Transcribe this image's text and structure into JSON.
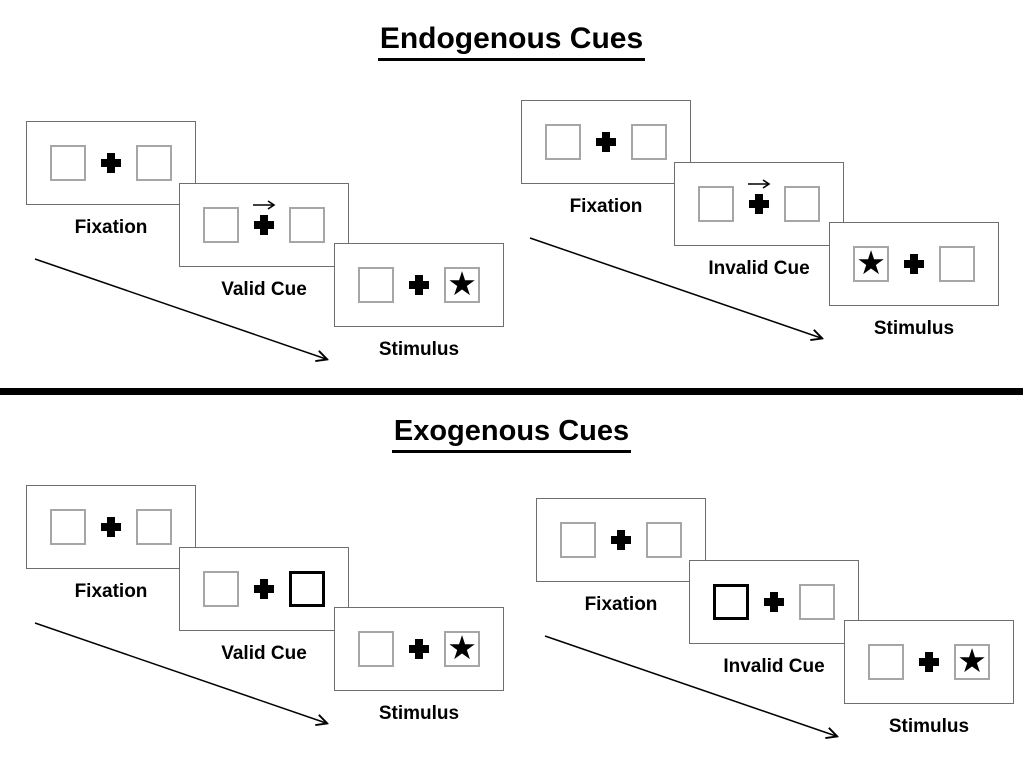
{
  "diagram": {
    "sections": [
      {
        "title": "Endogenous Cues",
        "trials": [
          {
            "name": "endogenous-valid",
            "panels": [
              {
                "label": "Fixation",
                "left_box": "empty",
                "right_box": "empty",
                "cue": "none"
              },
              {
                "label": "Valid Cue",
                "left_box": "empty",
                "right_box": "empty",
                "cue": "arrow-right"
              },
              {
                "label": "Stimulus",
                "left_box": "empty",
                "right_box": "star",
                "cue": "none"
              }
            ]
          },
          {
            "name": "endogenous-invalid",
            "panels": [
              {
                "label": "Fixation",
                "left_box": "empty",
                "right_box": "empty",
                "cue": "none"
              },
              {
                "label": "Invalid Cue",
                "left_box": "empty",
                "right_box": "empty",
                "cue": "arrow-right"
              },
              {
                "label": "Stimulus",
                "left_box": "star",
                "right_box": "empty",
                "cue": "none"
              }
            ]
          }
        ]
      },
      {
        "title": "Exogenous Cues",
        "trials": [
          {
            "name": "exogenous-valid",
            "panels": [
              {
                "label": "Fixation",
                "left_box": "empty",
                "right_box": "empty",
                "cue": "none"
              },
              {
                "label": "Valid Cue",
                "left_box": "empty",
                "right_box": "bold-outline",
                "cue": "none"
              },
              {
                "label": "Stimulus",
                "left_box": "empty",
                "right_box": "star",
                "cue": "none"
              }
            ]
          },
          {
            "name": "exogenous-invalid",
            "panels": [
              {
                "label": "Fixation",
                "left_box": "empty",
                "right_box": "empty",
                "cue": "none"
              },
              {
                "label": "Invalid Cue",
                "left_box": "bold-outline",
                "right_box": "empty",
                "cue": "none"
              },
              {
                "label": "Stimulus",
                "left_box": "empty",
                "right_box": "star",
                "cue": "none"
              }
            ]
          }
        ]
      }
    ],
    "icons": {
      "star": "★",
      "fixation_cross": "plus-cross",
      "cue_arrow": "right-arrow",
      "sequence_arrow": "diagonal-right-down-arrow"
    },
    "colors": {
      "ink": "#000000",
      "panel_border": "#6e6e6e",
      "box_border": "#a6a6a6",
      "bold_box_border": "#000000",
      "background": "#ffffff"
    }
  }
}
